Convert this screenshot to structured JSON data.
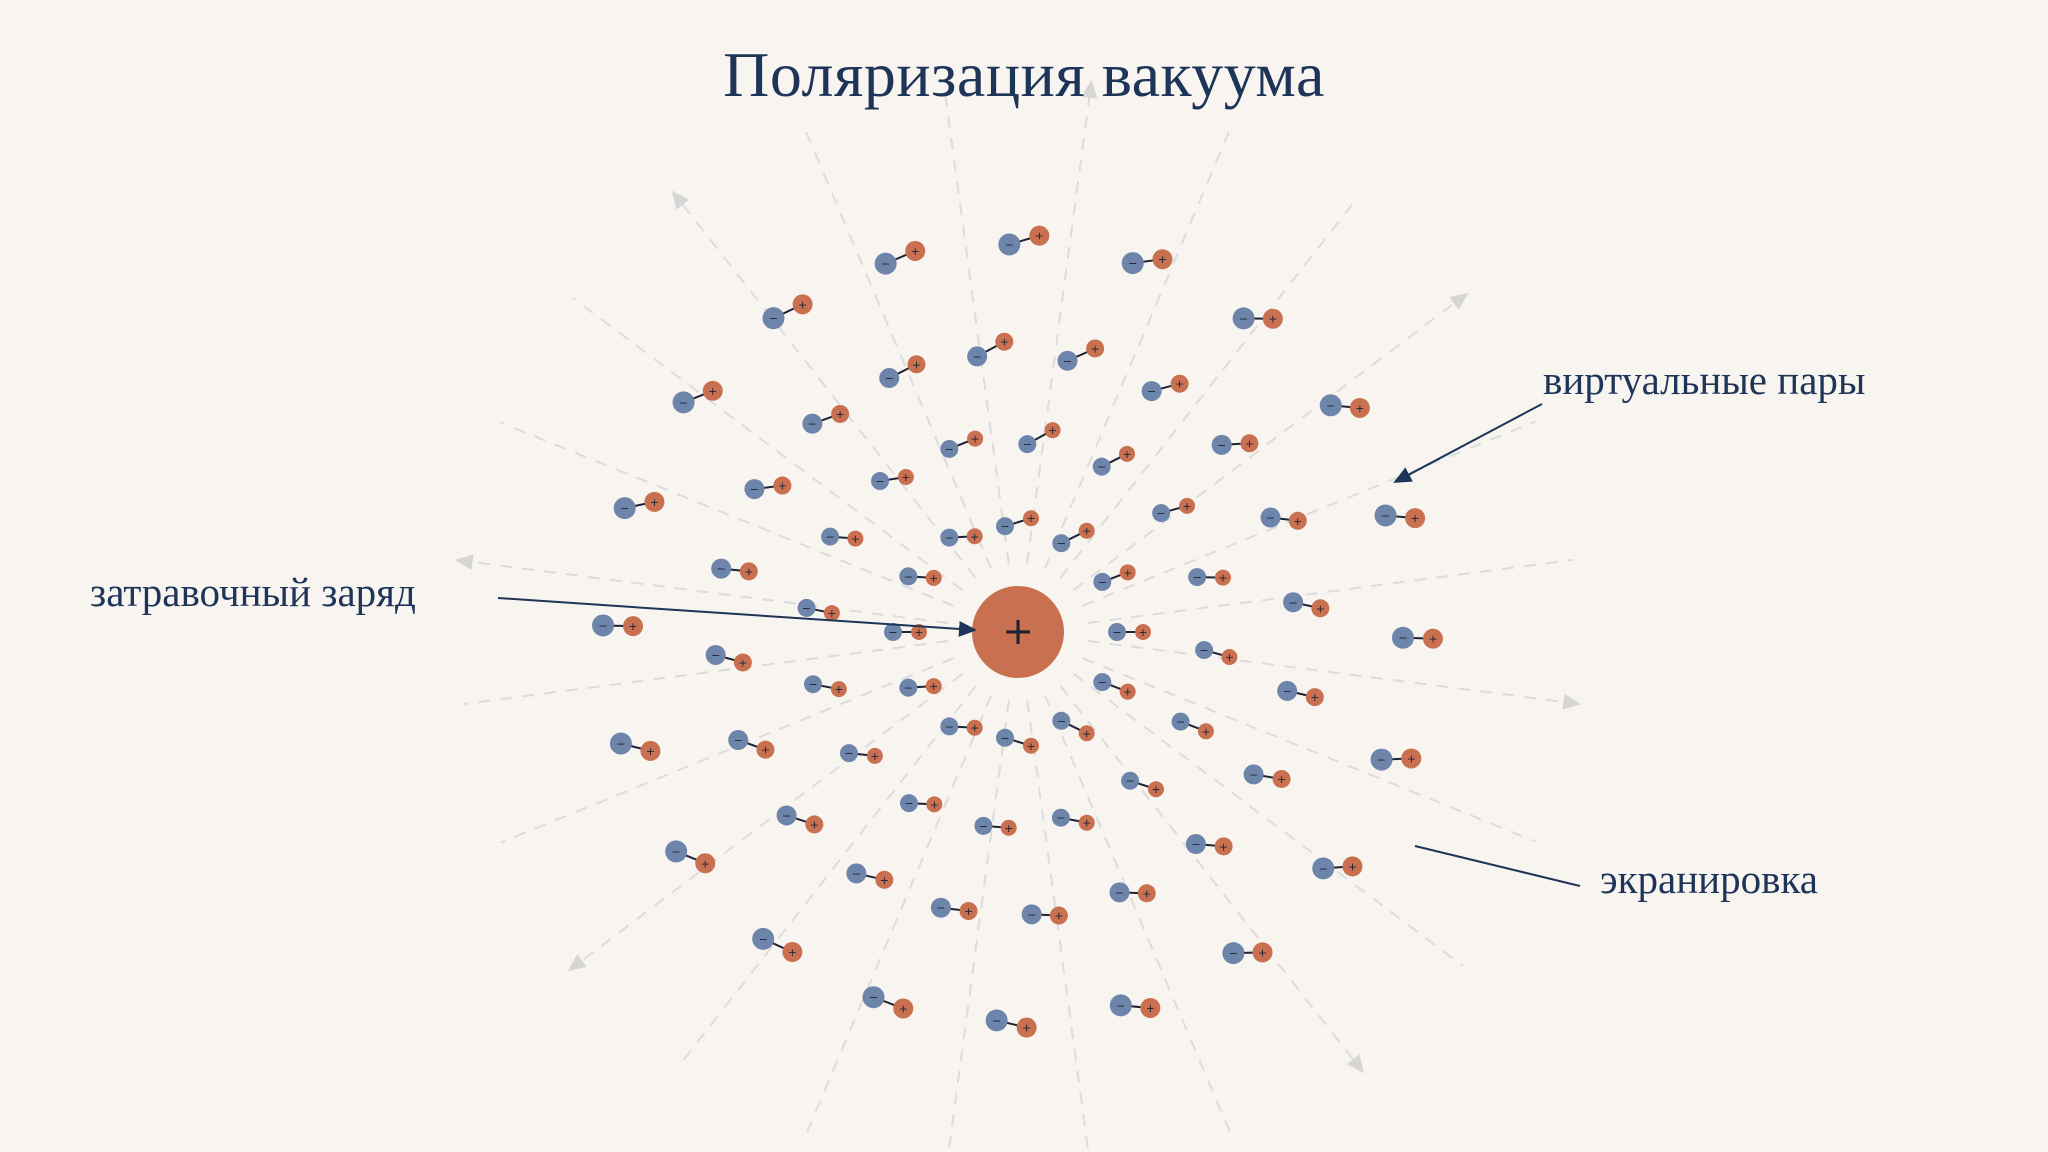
{
  "title": "Поляризация вакуума",
  "labels": {
    "seed_charge": "затравочный заряд",
    "virtual_pairs": "виртуальные пары",
    "screening": "экранировка"
  },
  "symbols": {
    "central_charge": "+",
    "pair_negative": "−",
    "pair_positive": "+"
  },
  "colors": {
    "background": "#f8f5f0",
    "text": "#1e3458",
    "positive_charge": "#c8704f",
    "negative_charge": "#6e85ab",
    "field_lines": "#d9d9d9"
  },
  "icons": {
    "central_charge": "circle-plus",
    "pair_negative": "circle-minus",
    "pair_positive": "circle-plus",
    "field_line": "dashed-arrow"
  }
}
